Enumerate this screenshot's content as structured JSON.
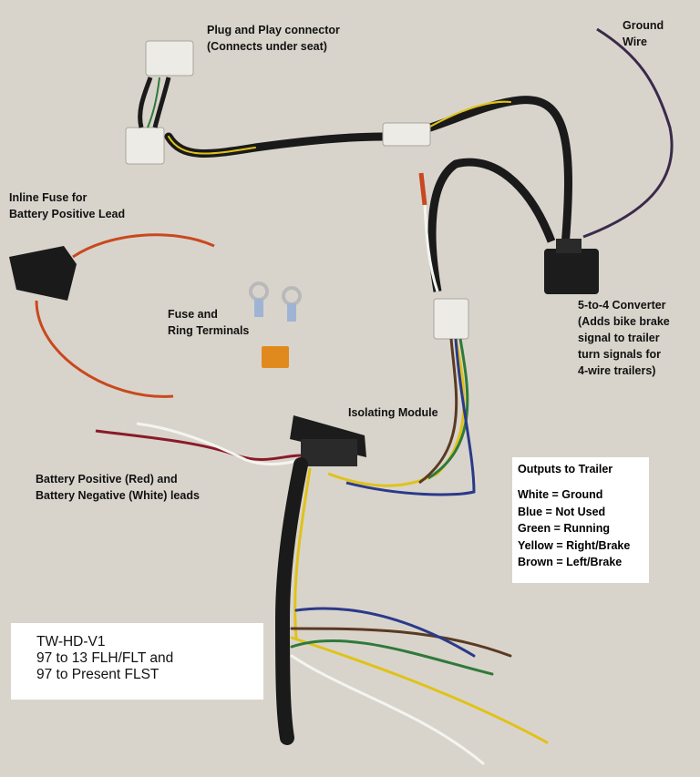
{
  "labels": {
    "plug_play": "Plug and Play connector\n(Connects under seat)",
    "ground_wire": "Ground\nWire",
    "inline_fuse": "Inline Fuse for\nBattery Positive Lead",
    "fuse_terminals": "Fuse and\nRing Terminals",
    "converter": "5-to-4 Converter\n(Adds bike brake\nsignal to trailer\nturn signals for\n4-wire trailers)",
    "isolating_module": "Isolating Module",
    "battery_leads": "Battery Positive (Red) and\nBattery Negative (White) leads"
  },
  "outputs": {
    "title": "Outputs to Trailer",
    "items": [
      "White = Ground",
      "Blue = Not Used",
      "Green = Running",
      "Yellow = Right/Brake",
      "Brown = Left/Brake"
    ]
  },
  "model": {
    "lines": [
      "TW-HD-V1",
      "97 to 13 FLH/FLT and",
      "97 to Present FLST"
    ]
  },
  "colors": {
    "background": "#d9d4cb",
    "harness_black": "#1a1a1a",
    "wire_yellow": "#e0c21a",
    "wire_green": "#2f7a3a",
    "wire_brown": "#5a3a22",
    "wire_blue": "#2a3a8a",
    "wire_red": "#c8491f",
    "wire_white": "#f4f4f0",
    "connector_white": "#ecebe6"
  }
}
